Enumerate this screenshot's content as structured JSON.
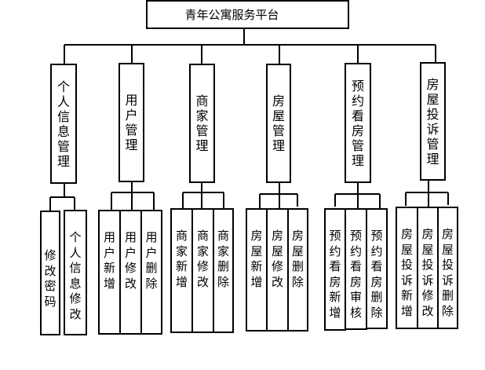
{
  "root": {
    "label": "青年公寓服务平台"
  },
  "modules": [
    {
      "label": "个人信息管理",
      "children": [
        "修改密码",
        "个人信息修改"
      ]
    },
    {
      "label": "用户管理",
      "children": [
        "用户新增",
        "用户修改",
        "用户删除"
      ]
    },
    {
      "label": "商家管理",
      "children": [
        "商家新增",
        "商家修改",
        "商家删除"
      ]
    },
    {
      "label": "房屋管理",
      "children": [
        "房屋新增",
        "房屋修改",
        "房屋删除"
      ]
    },
    {
      "label": "预约看房管理",
      "children": [
        "预约看房新增",
        "预约看房审核",
        "预约看房删除"
      ]
    },
    {
      "label": "房屋投诉管理",
      "children": [
        "房屋投诉新增",
        "房屋投诉修改",
        "房屋投诉删除"
      ]
    }
  ]
}
